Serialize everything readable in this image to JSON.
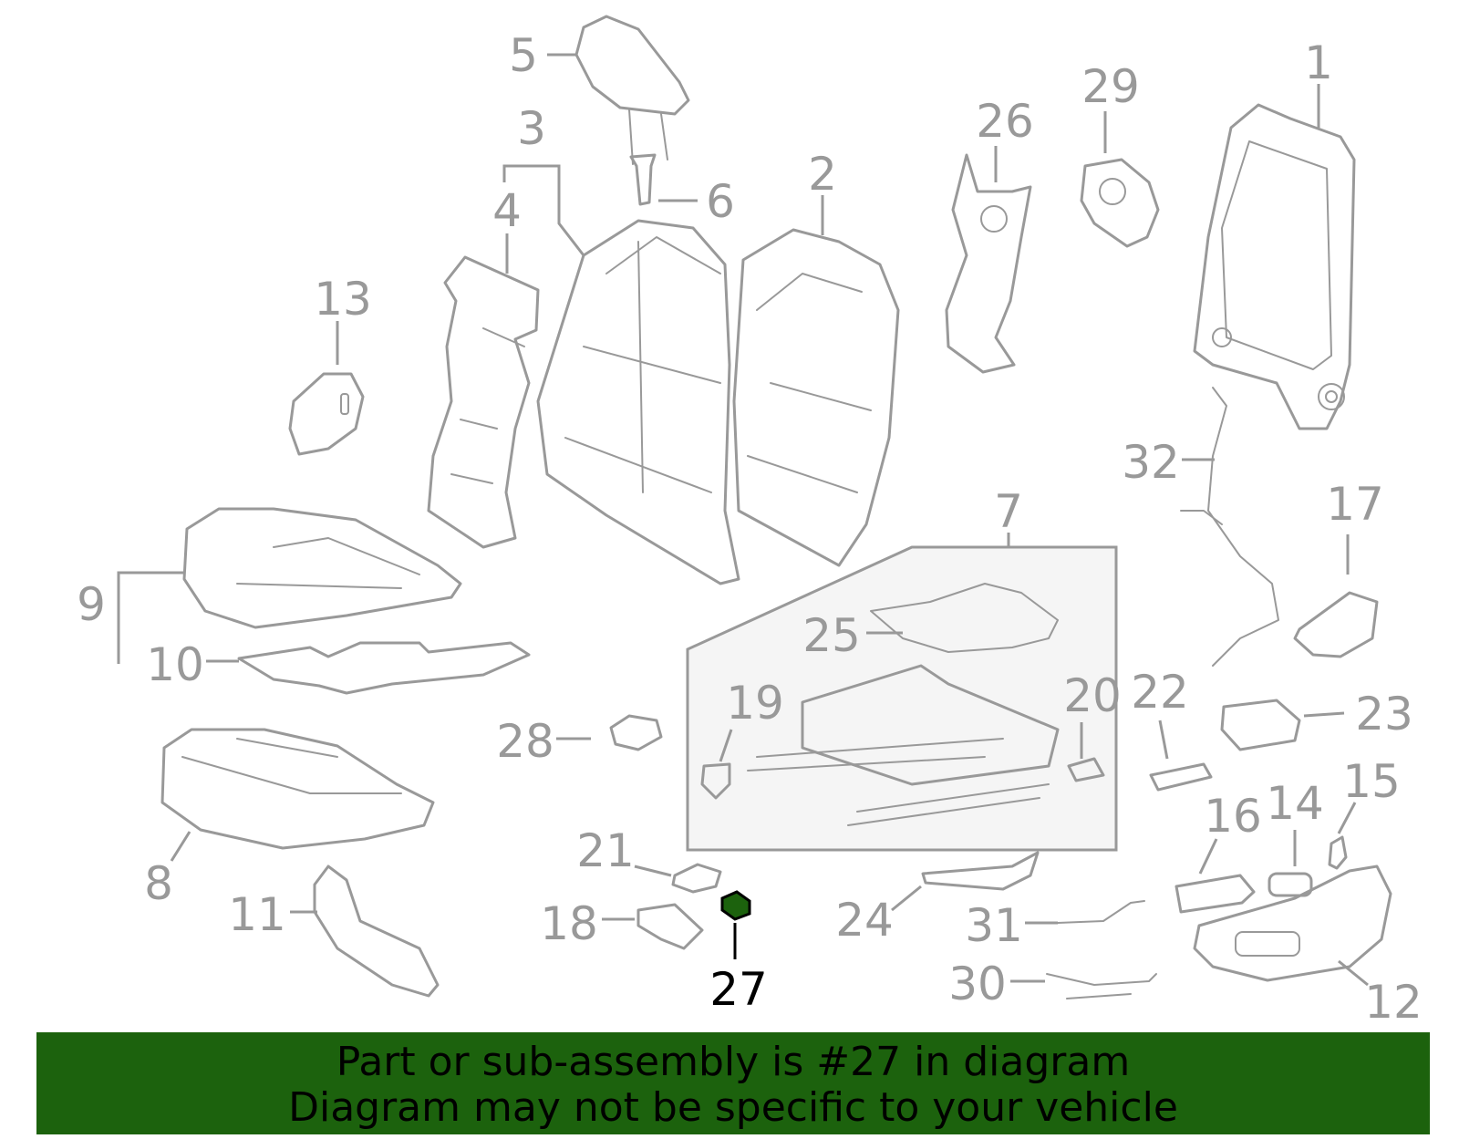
{
  "diagram": {
    "highlight_color": "#1c620d",
    "callout_color": "#999999",
    "callouts": [
      {
        "id": "1",
        "label": "1"
      },
      {
        "id": "2",
        "label": "2"
      },
      {
        "id": "3",
        "label": "3"
      },
      {
        "id": "4",
        "label": "4"
      },
      {
        "id": "5",
        "label": "5"
      },
      {
        "id": "6",
        "label": "6"
      },
      {
        "id": "7",
        "label": "7"
      },
      {
        "id": "8",
        "label": "8"
      },
      {
        "id": "9",
        "label": "9"
      },
      {
        "id": "10",
        "label": "10"
      },
      {
        "id": "11",
        "label": "11"
      },
      {
        "id": "12",
        "label": "12"
      },
      {
        "id": "13",
        "label": "13"
      },
      {
        "id": "14",
        "label": "14"
      },
      {
        "id": "15",
        "label": "15"
      },
      {
        "id": "16",
        "label": "16"
      },
      {
        "id": "17",
        "label": "17"
      },
      {
        "id": "18",
        "label": "18"
      },
      {
        "id": "19",
        "label": "19"
      },
      {
        "id": "20",
        "label": "20"
      },
      {
        "id": "21",
        "label": "21"
      },
      {
        "id": "22",
        "label": "22"
      },
      {
        "id": "23",
        "label": "23"
      },
      {
        "id": "24",
        "label": "24"
      },
      {
        "id": "25",
        "label": "25"
      },
      {
        "id": "26",
        "label": "26"
      },
      {
        "id": "27",
        "label": "27"
      },
      {
        "id": "28",
        "label": "28"
      },
      {
        "id": "29",
        "label": "29"
      },
      {
        "id": "30",
        "label": "30"
      },
      {
        "id": "31",
        "label": "31"
      },
      {
        "id": "32",
        "label": "32"
      }
    ],
    "highlighted_part": "27"
  },
  "banner": {
    "line1": "Part or sub-assembly is #27 in diagram",
    "line2": "Diagram may not be specific to your vehicle",
    "background": "#1c620d"
  }
}
